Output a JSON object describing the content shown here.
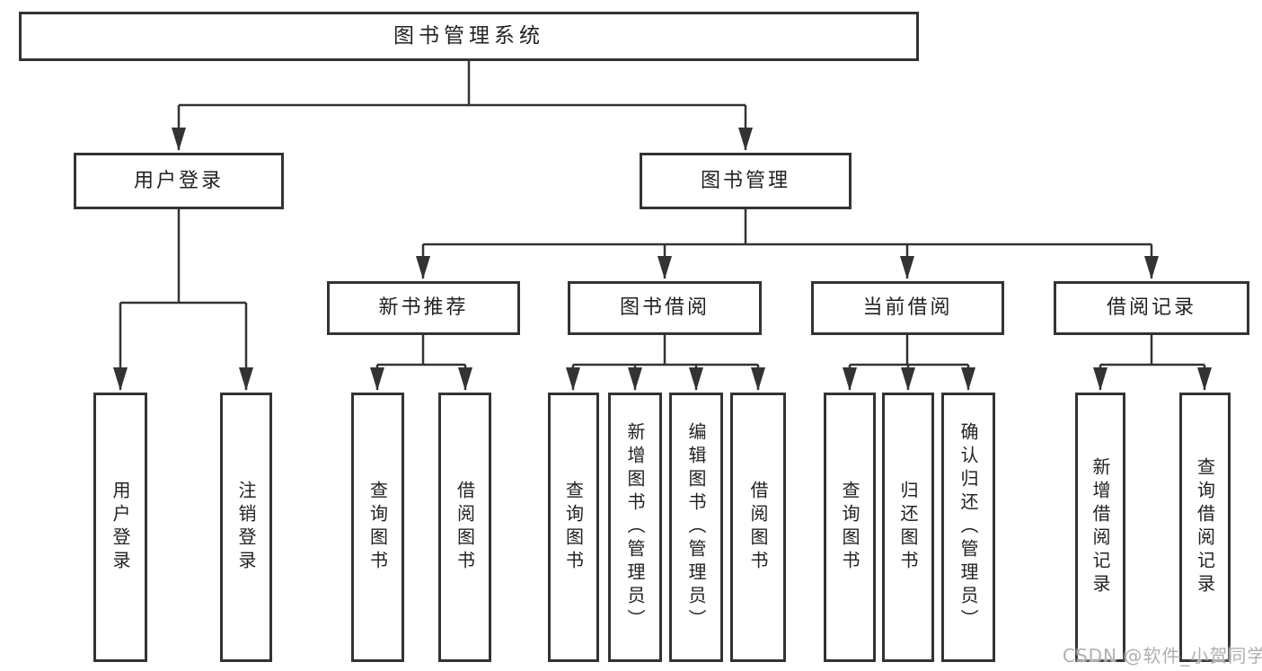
{
  "diagram": {
    "root": {
      "label": "图书管理系统"
    },
    "branches": [
      {
        "label": "用户登录",
        "children": [
          {
            "label": "用户登录"
          },
          {
            "label": "注销登录"
          }
        ]
      },
      {
        "label": "图书管理",
        "children": [
          {
            "label": "新书推荐",
            "children": [
              {
                "label": "查询图书"
              },
              {
                "label": "借阅图书"
              }
            ]
          },
          {
            "label": "图书借阅",
            "children": [
              {
                "label": "查询图书"
              },
              {
                "label": "新增图书（管理员）"
              },
              {
                "label": "编辑图书（管理员）"
              },
              {
                "label": "借阅图书"
              }
            ]
          },
          {
            "label": "当前借阅",
            "children": [
              {
                "label": "查询图书"
              },
              {
                "label": "归还图书"
              },
              {
                "label": "确认归还（管理员）"
              }
            ]
          },
          {
            "label": "借阅记录",
            "children": [
              {
                "label": "新增借阅记录"
              },
              {
                "label": "查询借阅记录"
              }
            ]
          }
        ]
      }
    ]
  },
  "watermark": {
    "text": "CSDN @软件_小贺同学"
  },
  "colors": {
    "line": "#333333",
    "box_border": "#333333",
    "text": "#222222",
    "background": "#ffffff",
    "watermark": "#b0b0b0"
  }
}
